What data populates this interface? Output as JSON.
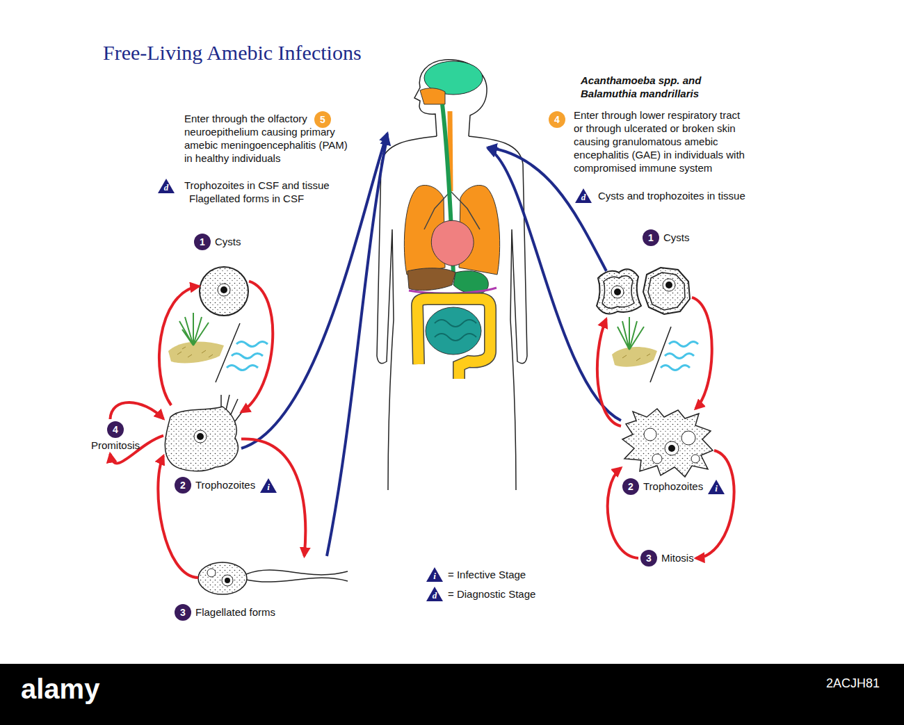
{
  "diagram": {
    "title": "Free-Living Amebic Infections",
    "nodes": [
      {
        "text": [
          "1",
          "Cysts"
        ]
      },
      {
        "text": [
          "2",
          "Trophozoites",
          "i"
        ]
      },
      {
        "text": [
          "3",
          "Flagellated forms"
        ]
      },
      {
        "text": [
          "4",
          "Promitosis"
        ]
      },
      {
        "text": [
          "1",
          "Cysts"
        ]
      },
      {
        "text": [
          "2",
          "Trophozoites",
          "i"
        ]
      },
      {
        "text": [
          "3",
          "Mitosis"
        ]
      }
    ],
    "edges": [
      {
        "from": 1,
        "to": 0,
        "arrow": "to"
      },
      {
        "from": 0,
        "to": 1,
        "arrow": "to"
      },
      {
        "from": 1,
        "to": 2,
        "arrow": "to"
      },
      {
        "from": 2,
        "to": 1,
        "arrow": "to"
      },
      {
        "from": 1,
        "to": 3,
        "arrow": "to"
      },
      {
        "from": 3,
        "to": 1,
        "arrow": "to"
      },
      {
        "from": 5,
        "to": 4,
        "arrow": "to"
      },
      {
        "from": 4,
        "to": 5,
        "arrow": "to"
      },
      {
        "from": 5,
        "to": 6,
        "arrow": "to"
      },
      {
        "from": 6,
        "to": 5,
        "arrow": "to"
      }
    ],
    "labels": [
      "5",
      "Enter through the olfactory neuroepithelium causing primary amebic meningoencephalitis (PAM) in healthy individuals",
      "d",
      "Trophozoites in CSF and tissue",
      "Flagellated forms in CSF",
      "Acanthamoeba spp. and Balamuthia mandrillaris",
      "4",
      "Enter through lower respiratory tract or through ulcerated or broken skin causing granulomatous amebic encephalitis (GAE) in individuals with compromised immune system",
      "d",
      "Cysts and trophozoites in tissue",
      "i",
      "d",
      "alamy",
      "2ACJH81"
    ],
    "legend": [
      {
        "text": "= Infective Stage"
      },
      {
        "text": "= Diagnostic Stage"
      }
    ]
  }
}
